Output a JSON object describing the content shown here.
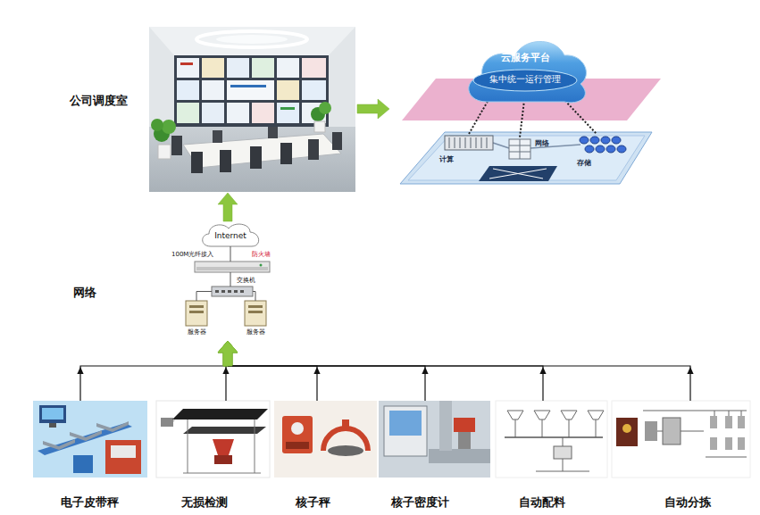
{
  "diagram": {
    "nodes": [
      {
        "text": [
          "公司调度室"
        ]
      },
      {
        "text": [
          "云服务平台",
          "集中统一运行管理"
        ]
      },
      {
        "text": [
          "计算"
        ],
        "in": 1
      },
      {
        "text": [
          "网络"
        ],
        "in": 1
      },
      {
        "text": [
          "存储"
        ],
        "in": 1
      },
      {
        "text": [
          "网络"
        ]
      },
      {
        "text": [
          "Internet"
        ],
        "in": 5
      },
      {
        "text": [
          "100M光纤接入",
          "防火墙"
        ],
        "in": 5
      },
      {
        "text": [
          "交换机"
        ],
        "in": 5
      },
      {
        "text": [
          "服务器"
        ],
        "in": 5
      },
      {
        "text": [
          "服务器"
        ],
        "in": 5
      },
      {
        "text": [
          "电子皮带秤"
        ]
      },
      {
        "text": [
          "无损检测"
        ]
      },
      {
        "text": [
          "核子秤"
        ]
      },
      {
        "text": [
          "核子密度计"
        ]
      },
      {
        "text": [
          "自动配料"
        ]
      },
      {
        "text": [
          "自动分拣"
        ]
      }
    ],
    "edges": [
      {
        "from": 0,
        "to": 1,
        "arrow": "to"
      },
      {
        "from": 5,
        "to": 0,
        "arrow": "to"
      },
      {
        "from": 6,
        "to": 7,
        "arrow": "none"
      },
      {
        "from": 7,
        "to": 8,
        "arrow": "none"
      },
      {
        "from": 8,
        "to": 9,
        "arrow": "none"
      },
      {
        "from": 8,
        "to": 10,
        "arrow": "none"
      },
      {
        "from": 11,
        "to": 5,
        "arrow": "to"
      },
      {
        "from": 12,
        "to": 5,
        "arrow": "to"
      },
      {
        "from": 13,
        "to": 5,
        "arrow": "to"
      },
      {
        "from": 14,
        "to": 5,
        "arrow": "to"
      },
      {
        "from": 15,
        "to": 5,
        "arrow": "to"
      },
      {
        "from": 16,
        "to": 5,
        "arrow": "to"
      }
    ]
  }
}
